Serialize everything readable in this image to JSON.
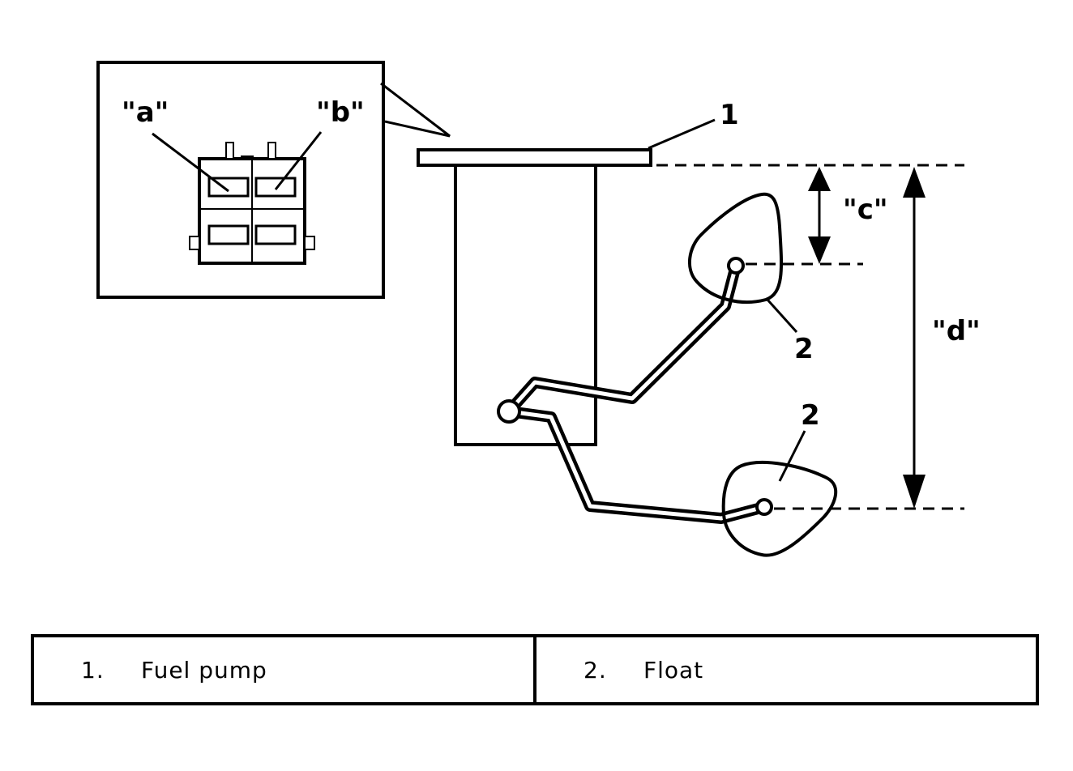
{
  "diagram": {
    "labels": {
      "a": "\"a\"",
      "b": "\"b\"",
      "c": "\"c\"",
      "d": "\"d\"",
      "fuel_pump_callout": "1",
      "float_callout_upper": "2",
      "float_callout_lower": "2"
    }
  },
  "legend": [
    {
      "number": "1.",
      "label": "Fuel pump"
    },
    {
      "number": "2.",
      "label": "Float"
    }
  ]
}
